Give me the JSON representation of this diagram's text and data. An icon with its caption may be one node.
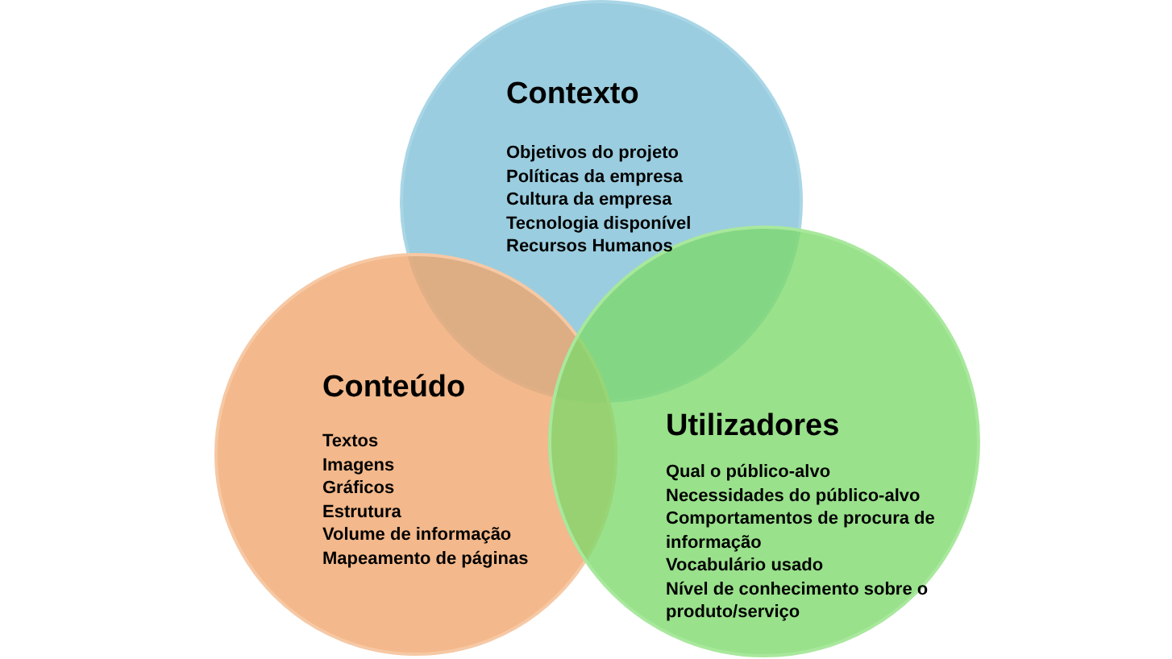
{
  "diagram": {
    "nodes": [
      {
        "text": [
          "Contexto",
          "Objetivos do projeto",
          "Políticas da empresa",
          "Cultura da empresa",
          "Tecnologia disponível",
          "Recursos Humanos"
        ]
      },
      {
        "text": [
          "Conteúdo",
          "Textos",
          "Imagens",
          "Gráficos",
          "Estrutura",
          "Volume de informação",
          "Mapeamento de páginas"
        ]
      },
      {
        "text": [
          "Utilizadores",
          "Qual o público-alvo",
          "Necessidades do público-alvo",
          "Comportamentos de procura de informação",
          "Vocabulário usado",
          "Nível de conhecimento sobre o produto/serviço"
        ]
      }
    ]
  }
}
